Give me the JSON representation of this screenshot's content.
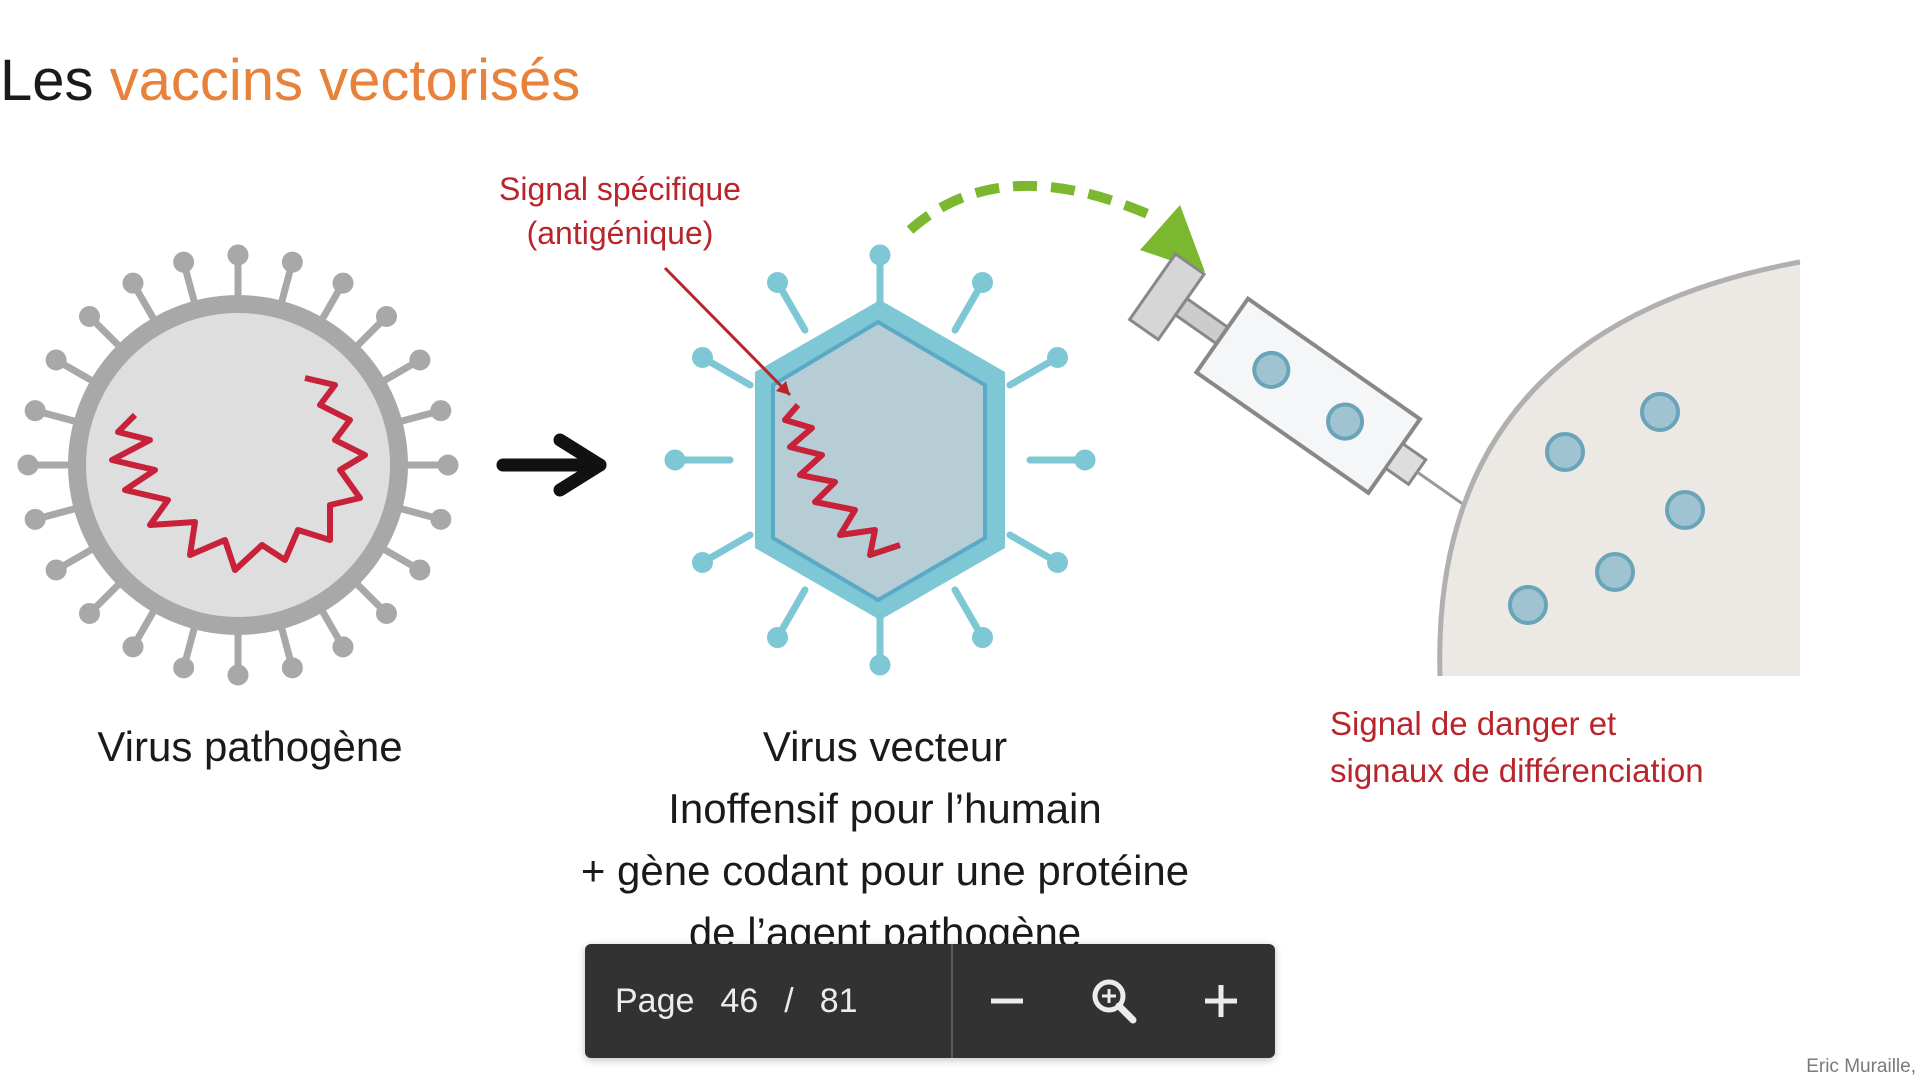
{
  "slide": {
    "title_prefix": "Les",
    "title_accent": "vaccins vectorisés",
    "accent_color": "#e8823a",
    "signal_label_line1": "Signal spécifique",
    "signal_label_line2": "(antigénique)",
    "pathogen_caption": "Virus pathogène",
    "vector_caption_lines": [
      "Virus vecteur",
      "Inoffensif pour l’humain",
      "+ gène codant pour une protéine",
      "de l’agent pathogène"
    ],
    "danger_label_line1": "Signal de danger et",
    "danger_label_line2": "signaux de différenciation",
    "credit": "Eric Muraille,"
  },
  "pager": {
    "page_label": "Page",
    "current_page": "46",
    "separator": "/",
    "total_pages": "81",
    "icons": {
      "zoom_out": "minus-icon",
      "zoom_reset": "magnifier-icon",
      "zoom_in": "plus-icon"
    }
  },
  "colors": {
    "red_text": "#b8252b",
    "green_arrow": "#7cb82f",
    "vector_blue": "#7ec8d6",
    "pathogen_gray": "#a8a8a8"
  }
}
